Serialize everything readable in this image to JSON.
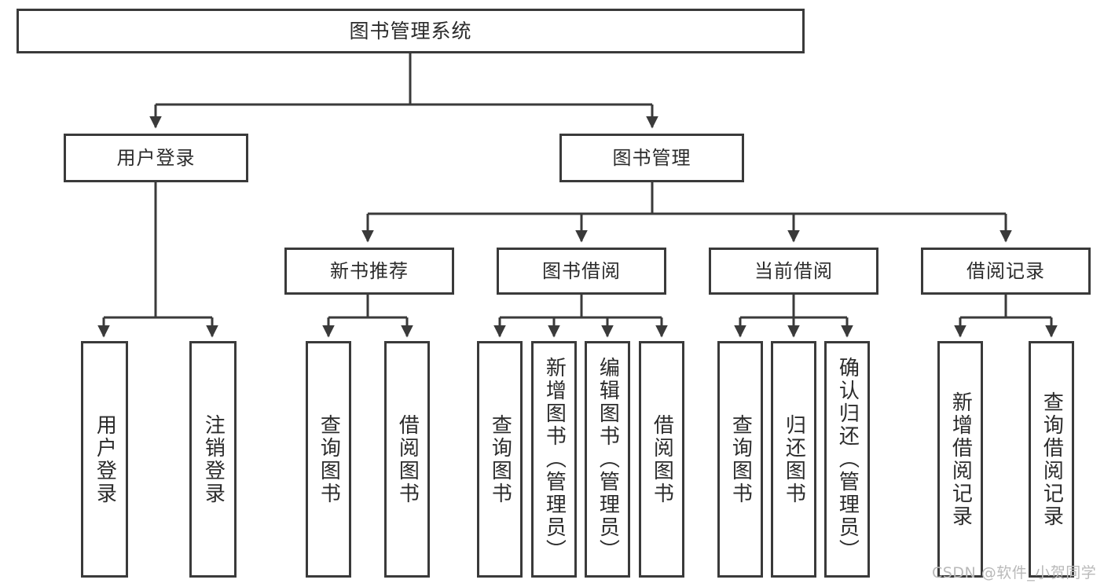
{
  "diagram": {
    "type": "tree-hierarchy-functional-decomposition",
    "title": "图书管理系统",
    "root": {
      "id": "root",
      "label": "图书管理系统"
    },
    "level2": [
      {
        "id": "user-login",
        "label": "用户登录"
      },
      {
        "id": "book-management",
        "label": "图书管理"
      }
    ],
    "level3": [
      {
        "id": "new-book-recommend",
        "label": "新书推荐",
        "parent": "book-management"
      },
      {
        "id": "book-borrow",
        "label": "图书借阅",
        "parent": "book-management"
      },
      {
        "id": "current-borrow",
        "label": "当前借阅",
        "parent": "book-management"
      },
      {
        "id": "borrow-record",
        "label": "借阅记录",
        "parent": "book-management"
      }
    ],
    "leaves": {
      "user_login": [
        {
          "id": "leaf-user-login",
          "label": "用户登录"
        },
        {
          "id": "leaf-logout",
          "label": "注销登录"
        }
      ],
      "new_book_recommend": [
        {
          "id": "leaf-query-book-1",
          "label": "查询图书"
        },
        {
          "id": "leaf-borrow-book-1",
          "label": "借阅图书"
        }
      ],
      "book_borrow": [
        {
          "id": "leaf-query-book-2",
          "label": "查询图书"
        },
        {
          "id": "leaf-add-book",
          "label": "新增图书（管理员）"
        },
        {
          "id": "leaf-edit-book",
          "label": "编辑图书（管理员）"
        },
        {
          "id": "leaf-borrow-book-2",
          "label": "借阅图书"
        }
      ],
      "current_borrow": [
        {
          "id": "leaf-query-book-3",
          "label": "查询图书"
        },
        {
          "id": "leaf-return-book",
          "label": "归还图书"
        },
        {
          "id": "leaf-confirm-return",
          "label": "确认归还（管理员）"
        }
      ],
      "borrow_record": [
        {
          "id": "leaf-add-record",
          "label": "新增借阅记录"
        },
        {
          "id": "leaf-query-record",
          "label": "查询借阅记录"
        }
      ]
    }
  },
  "watermark": {
    "text": "CSDN @软件_小贺同学"
  },
  "colors": {
    "stroke": "#3a3a3a",
    "background": "#ffffff",
    "text": "#2b2b2b",
    "watermark": "#b9b9b9"
  }
}
